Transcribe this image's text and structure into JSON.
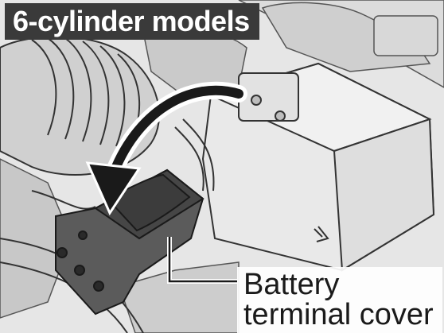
{
  "figure": {
    "title": "6-cylinder models",
    "callout": {
      "line1": "Battery",
      "line2": "terminal cover"
    }
  }
}
